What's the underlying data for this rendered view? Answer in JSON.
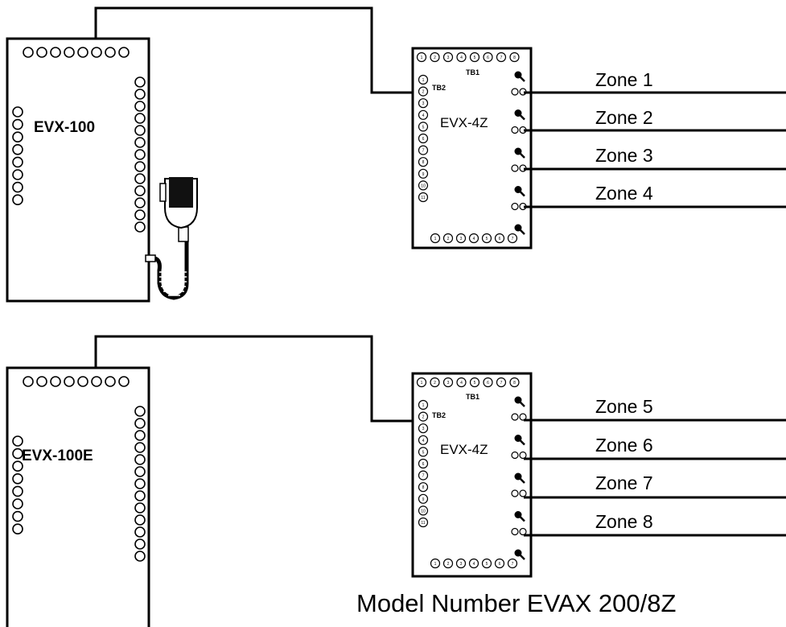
{
  "panels": [
    {
      "amplifier": {
        "label": "EVX-100",
        "has_microphone": true
      },
      "module": {
        "label": "EVX-4Z",
        "tb1": "TB1",
        "tb2": "TB2",
        "tb1_numbers": [
          "1",
          "2",
          "3",
          "4",
          "5",
          "6",
          "7",
          "8"
        ],
        "tb2_numbers": [
          "1",
          "2",
          "3",
          "4",
          "5",
          "6",
          "7",
          "8",
          "9",
          "10",
          "11"
        ],
        "bottom_numbers": [
          "1",
          "2",
          "3",
          "4",
          "5",
          "6",
          "7"
        ]
      },
      "zones": [
        "Zone 1",
        "Zone 2",
        "Zone 3",
        "Zone 4"
      ]
    },
    {
      "amplifier": {
        "label": "EVX-100E",
        "has_microphone": false
      },
      "module": {
        "label": "EVX-4Z",
        "tb1": "TB1",
        "tb2": "TB2",
        "tb1_numbers": [
          "1",
          "2",
          "3",
          "4",
          "5",
          "6",
          "7",
          "8"
        ],
        "tb2_numbers": [
          "1",
          "2",
          "3",
          "4",
          "5",
          "6",
          "7",
          "8",
          "9",
          "10",
          "11"
        ],
        "bottom_numbers": [
          "1",
          "2",
          "3",
          "4",
          "5",
          "6",
          "7"
        ]
      },
      "zones": [
        "Zone 5",
        "Zone 6",
        "Zone 7",
        "Zone 8"
      ]
    }
  ],
  "model_number": "Model Number EVAX 200/8Z"
}
